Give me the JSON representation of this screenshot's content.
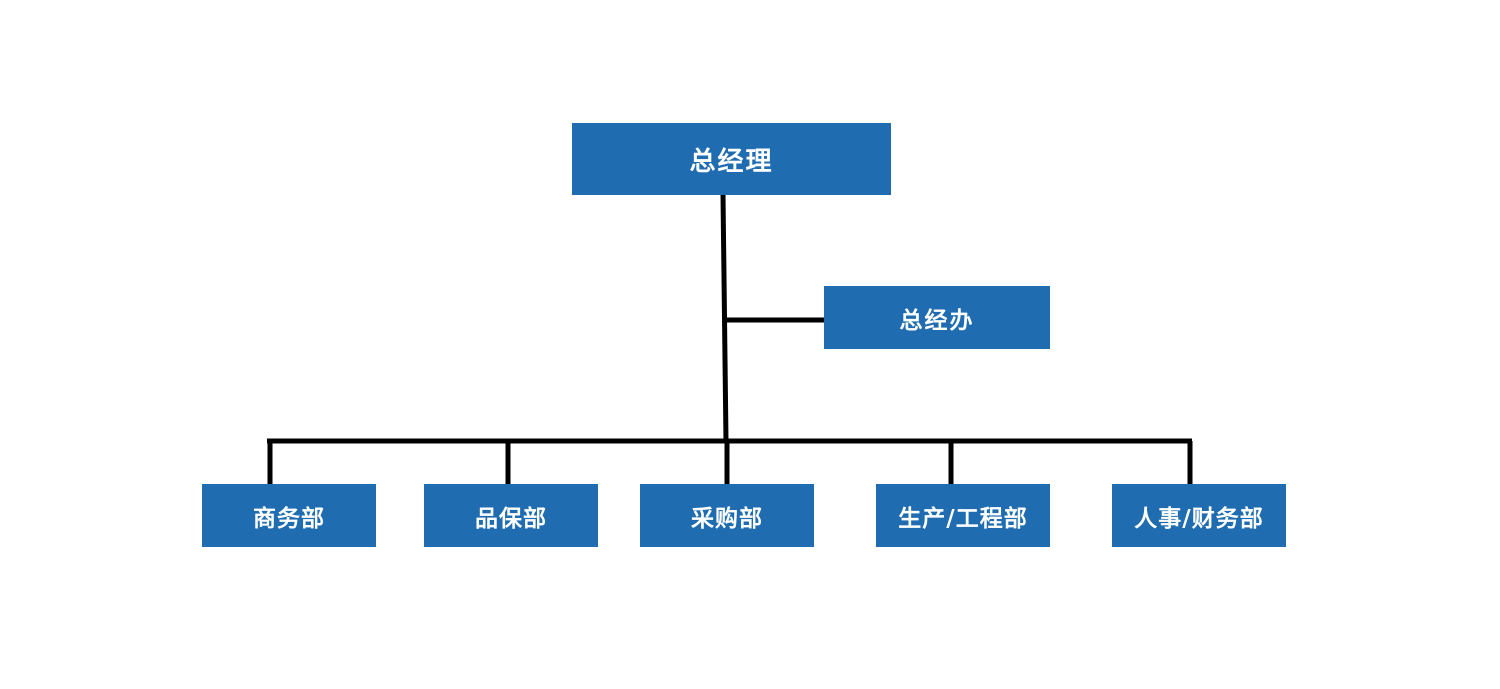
{
  "diagram": {
    "type": "org-chart",
    "colors": {
      "box_fill": "#1f6cb0",
      "box_text": "#ffffff",
      "connector": "#000000",
      "background": "#ffffff"
    },
    "root": {
      "label": "总经理"
    },
    "assistant": {
      "label": "总经办",
      "reports_to": "总经理"
    },
    "departments": [
      {
        "label": "商务部",
        "reports_to": "总经理"
      },
      {
        "label": "品保部",
        "reports_to": "总经理"
      },
      {
        "label": "采购部",
        "reports_to": "总经理"
      },
      {
        "label": "生产/工程部",
        "reports_to": "总经理"
      },
      {
        "label": "人事/财务部",
        "reports_to": "总经理"
      }
    ]
  }
}
